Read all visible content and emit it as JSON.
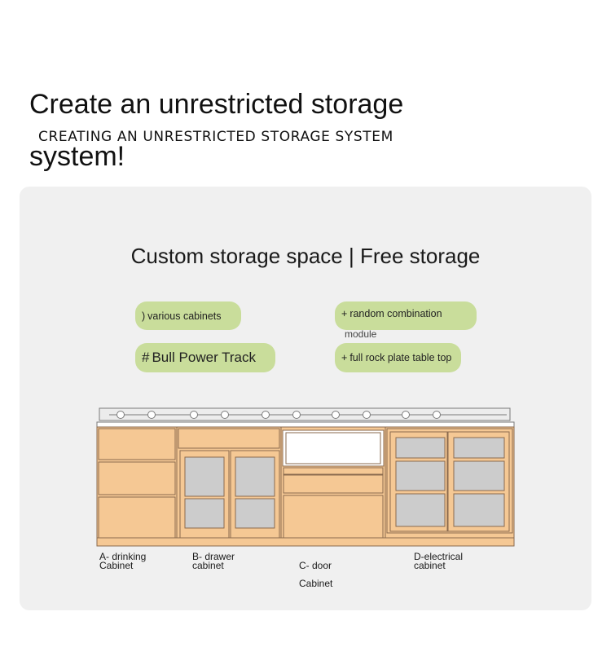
{
  "header": {
    "title": "Create an unrestricted storage system!",
    "subtitle": "CREATING AN UNRESTRICTED STORAGE SYSTEM"
  },
  "panel": {
    "heading": "Custom storage space | Free storage",
    "features": [
      {
        "symbol": ")",
        "label": "various cabinets"
      },
      {
        "symbol": "#",
        "label": "Bull Power Track"
      },
      {
        "symbol": "+",
        "label": "random combination",
        "extra": "module"
      },
      {
        "symbol": "+",
        "label": "full rock plate table top"
      }
    ],
    "cabinets": [
      {
        "line1": "A- drinking",
        "line2": "Cabinet"
      },
      {
        "line1": "B- drawer",
        "line2": "cabinet"
      },
      {
        "line1": "C- door",
        "line2": "Cabinet"
      },
      {
        "line1": "D-electrical",
        "line2": "cabinet"
      }
    ]
  },
  "colors": {
    "panel_bg": "#f0f0f0",
    "pill_bg": "#c9dd9b",
    "cabinet_wood": "#f5c894",
    "glass": "#cccccc",
    "outline": "#8a6a4e"
  }
}
